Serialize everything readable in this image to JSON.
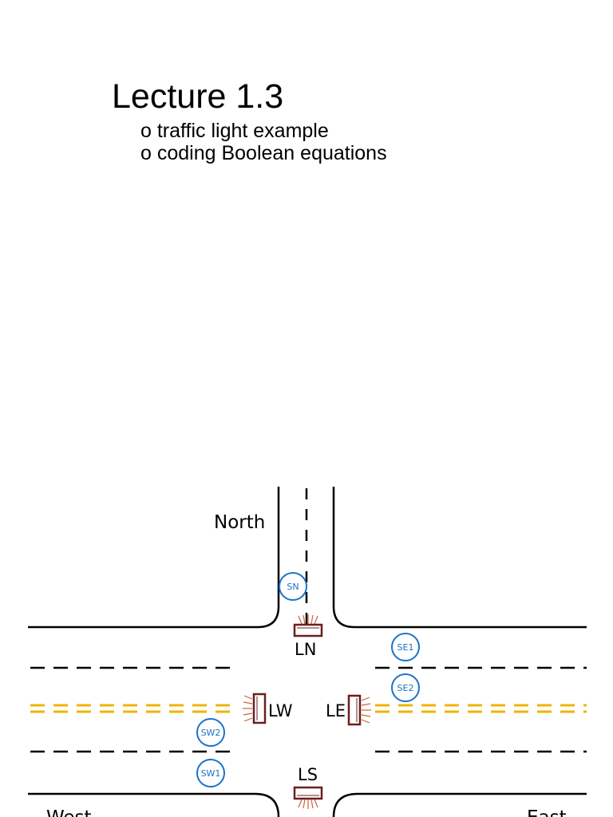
{
  "slide": {
    "title": "Lecture 1.3",
    "bullets": [
      "o traffic light example",
      "o coding Boolean equations"
    ]
  },
  "diagram": {
    "directions": {
      "north": "North",
      "west": "West",
      "east": "East"
    },
    "lights": {
      "ln": "LN",
      "ls": "LS",
      "lw": "LW",
      "le": "LE"
    },
    "sensors": {
      "sn": "SN",
      "se1": "SE1",
      "se2": "SE2",
      "sw1": "SW1",
      "sw2": "SW2"
    },
    "colors": {
      "road": "#000000",
      "center_line": "#f0b400",
      "sensor": "#1a73c8",
      "light_body": "#6b1f1f",
      "light_glow": "#c8643c"
    }
  }
}
